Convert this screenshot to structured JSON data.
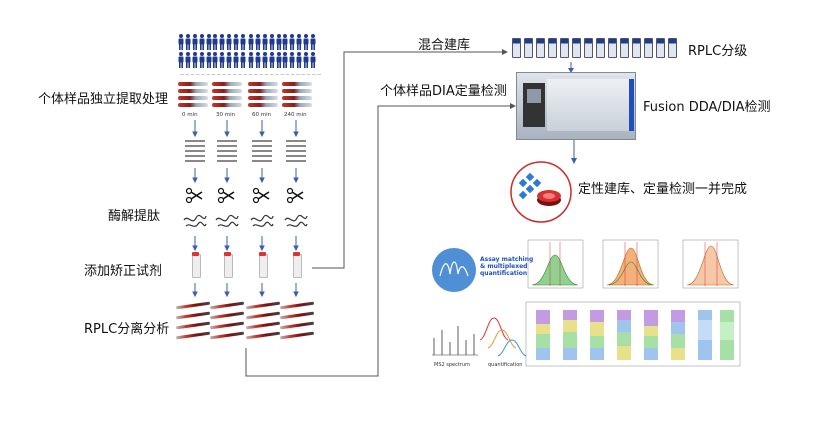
{
  "labels": {
    "extraction": "个体样品独立提取处理",
    "digestion": "酶解提肽",
    "calibrant": "添加矫正试剂",
    "rplc_sep": "RPLC分离分析",
    "pooled_library": "混合建库",
    "rplc_fraction": "RPLC分级",
    "individual_dia": "个体样品DIA定量检测",
    "fusion": "Fusion DDA/DIA检测",
    "complete": "定性建库、定量检测一并完成"
  },
  "timepoints": [
    "0 min",
    "30 min",
    "60 min",
    "240 min"
  ],
  "result_panel": {
    "circle_title_1": "Assay matching",
    "circle_title_2": "& multiplexed",
    "circle_title_3": "quantification",
    "ms2_label": "MS2 spectrum",
    "quant_label": "quantification"
  },
  "colors": {
    "people": "#1f3a93",
    "arrow": "#4a6fb5",
    "line": "#555555",
    "ms_blue": "#1f4fbf"
  }
}
